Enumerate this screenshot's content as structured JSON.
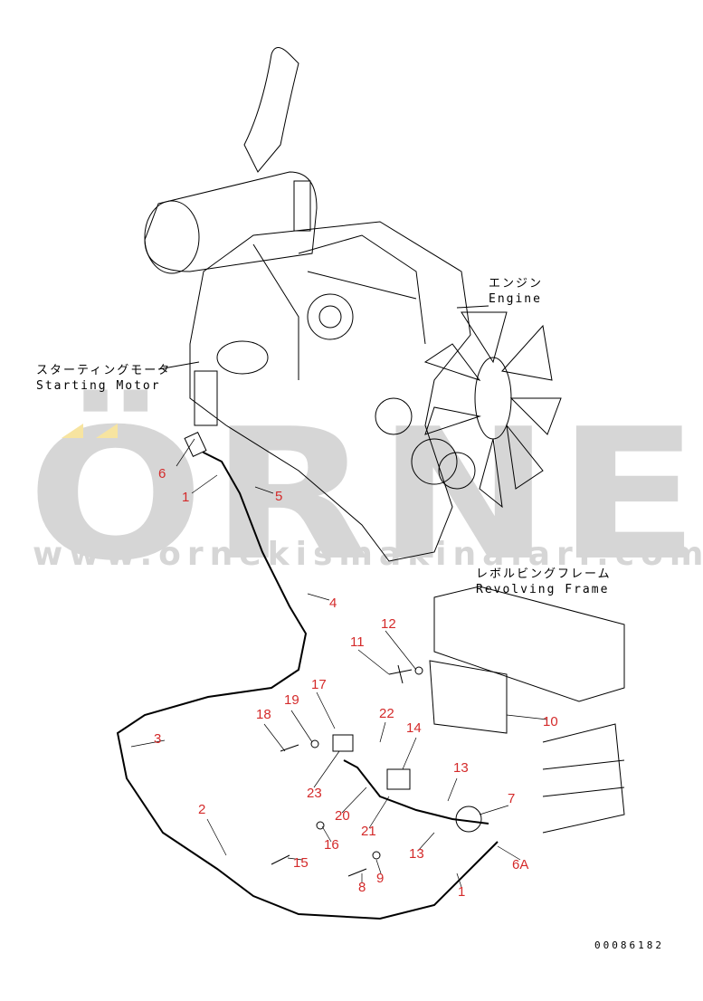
{
  "watermark": {
    "logo": "ÖRNEK",
    "url": "www.ornekismakinalari.com.tr",
    "color": "#d6d6d6",
    "accent": "#f7e4a0"
  },
  "captions": {
    "engine_jp": "エンジン",
    "engine_en": "Engine",
    "starter_jp": "スターティングモータ",
    "starter_en": "Starting Motor",
    "frame_jp": "レボルビングフレーム",
    "frame_en": "Revolving Frame"
  },
  "callout_color": "#d42a2a",
  "callouts": [
    "6",
    "1",
    "5",
    "4",
    "12",
    "11",
    "17",
    "19",
    "18",
    "22",
    "14",
    "3",
    "13",
    "7",
    "23",
    "20",
    "21",
    "2",
    "16",
    "15",
    "13",
    "9",
    "8",
    "6A",
    "1",
    "10"
  ],
  "drawing_number": "00086182"
}
